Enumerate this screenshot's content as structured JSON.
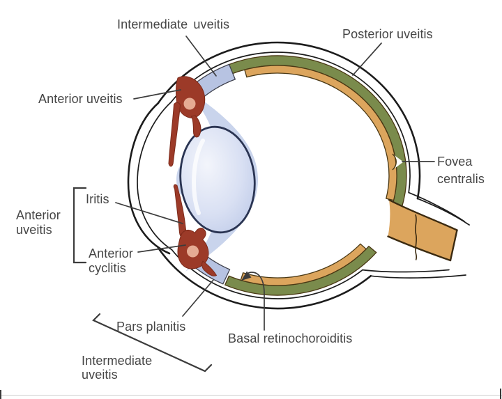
{
  "figure": {
    "type": "medical-diagram",
    "subject": "Anatomic classification of uveitis on an eye cross-section"
  },
  "labels": {
    "intermediate_top": "Intermediate uveitis",
    "posterior": "Posterior uveitis",
    "anterior_top": "Anterior uveitis",
    "iritis": "Iritis",
    "anterior_group": {
      "line1": "Anterior",
      "line2": "uveitis"
    },
    "anterior_cyclitis": {
      "line1": "Anterior",
      "line2": "cyclitis"
    },
    "pars_planitis": "Pars planitis",
    "intermediate_bottom": {
      "line1": "Intermediate",
      "line2": "uveitis"
    },
    "basal_retinochoroiditis": "Basal retinochoroiditis",
    "fovea_centralis": {
      "line1": "Fovea",
      "line2": "centralis"
    }
  },
  "colors": {
    "outline": "#1c1c1c",
    "band-edge": "#4a3814",
    "nerve-edge": "#3b2a10",
    "choroid-green": "#7a8b4c",
    "retina-orange": "#dca55d",
    "pars-plana-blue": "#b7c3e2",
    "uvea-red": "#9c3a28",
    "spot-pink": "#e6ab93",
    "zonule-blue": "#c9d4ec",
    "lens-stroke": "#2a3452",
    "label-text": "#454545",
    "pointer-line": "#3c3c3c"
  }
}
